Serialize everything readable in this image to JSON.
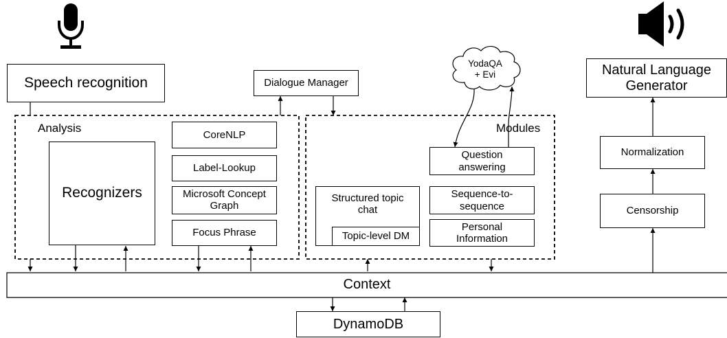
{
  "input": {
    "icon": "microphone-icon",
    "label": "Speech recognition"
  },
  "output": {
    "icon": "speaker-icon",
    "label_line1": "Natural Language",
    "label_line2": "Generator"
  },
  "dialogue_manager": "Dialogue Manager",
  "cloud": {
    "line1": "YodaQA",
    "line2": "+ Evi"
  },
  "analysis": {
    "title": "Analysis",
    "recognizers": "Recognizers",
    "components": [
      "CoreNLP",
      "Label-Lookup",
      "Microsoft Concept Graph",
      "Focus Phrase"
    ]
  },
  "modules": {
    "title": "Modules",
    "question_answering": "Question answering",
    "structured_topic_chat": "Structured topic chat",
    "topic_level_dm": "Topic-level DM",
    "seq2seq": "Sequence-to-sequence",
    "personal_information": "Personal Information"
  },
  "pipeline": {
    "normalization": "Normalization",
    "censorship": "Censorship"
  },
  "context": "Context",
  "storage": "DynamoDB"
}
